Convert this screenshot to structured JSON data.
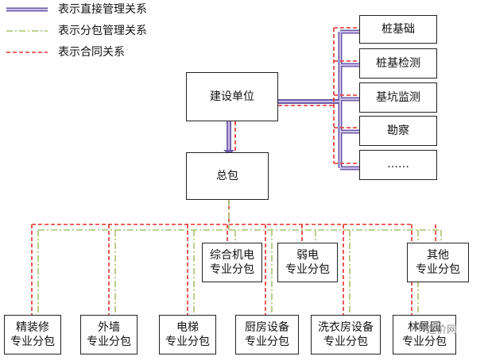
{
  "legend": [
    {
      "label": "表示直接管理关系",
      "style": "direct",
      "color": "#9b87c9"
    },
    {
      "label": "表示分包管理关系",
      "style": "subcontract",
      "color": "#a8c26a"
    },
    {
      "label": "表示合同关系",
      "style": "contract",
      "color": "#e0302c"
    }
  ],
  "nodes": {
    "owner": "建设单位",
    "general": "总包",
    "pile_foundation": "桩基础",
    "pile_testing": "桩基检测",
    "pit_monitoring": "基坑监测",
    "survey": "勘察",
    "more": "……",
    "mep": "综合机电\n专业分包",
    "weak_current": "弱电\n专业分包",
    "other": "其他\n专业分包",
    "finishing": "精装修\n专业分包",
    "facade": "外墙\n专业分包",
    "elevator": "电梯\n专业分包",
    "kitchen": "厨房设备\n专业分包",
    "laundry": "洗衣房设备\n专业分包",
    "landscape": "林景园\n专业分包"
  },
  "watermark": "造价网"
}
